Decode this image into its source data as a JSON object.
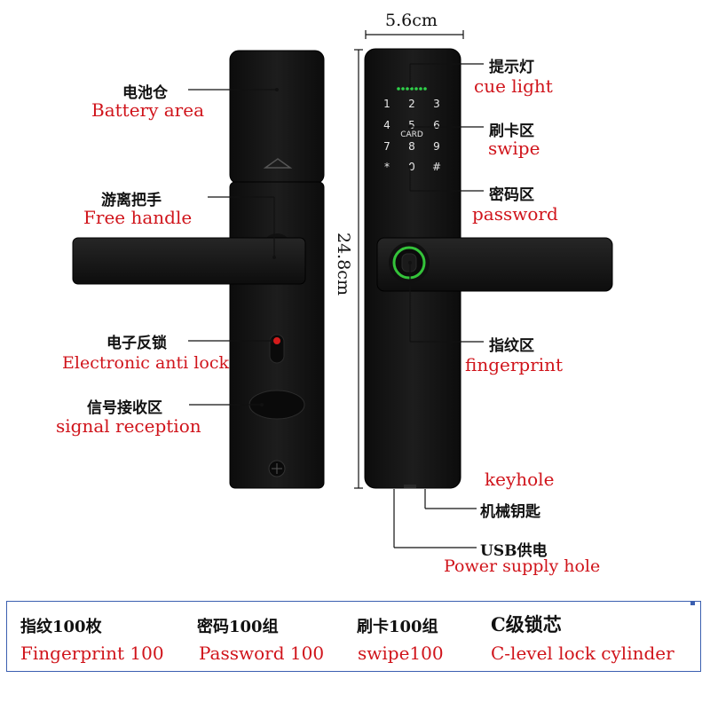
{
  "dimensions": {
    "width": "5.6cm",
    "height": "24.8cm"
  },
  "labels": {
    "battery": {
      "cn": "电池仓",
      "en": "Battery area"
    },
    "handle": {
      "cn": "游离把手",
      "en": "Free handle"
    },
    "antilock": {
      "cn": "电子反锁",
      "en": "Electronic anti lock"
    },
    "signal": {
      "cn": "信号接收区",
      "en": "signal reception"
    },
    "cue": {
      "cn": "提示灯",
      "en": "cue light"
    },
    "swipe": {
      "cn": "刷卡区",
      "en": "swipe"
    },
    "password": {
      "cn": "密码区",
      "en": "password"
    },
    "fingerprint": {
      "cn": "指纹区",
      "en": "fingerprint"
    },
    "keyhole": {
      "en": "keyhole",
      "cn": "机械钥匙"
    },
    "usb": {
      "cn": "USB供电",
      "en": "Power supply hole"
    }
  },
  "keypad": {
    "keys": [
      "1",
      "2",
      "3",
      "4",
      "5",
      "6",
      "7",
      "8",
      "9",
      "*",
      "0",
      "#"
    ],
    "card_label": "CARD"
  },
  "specs": [
    {
      "cn": "指纹100枚",
      "en": "Fingerprint 100"
    },
    {
      "cn": "密码100组",
      "en": "Password 100"
    },
    {
      "cn": "刷卡100组",
      "en": "swipe100"
    },
    {
      "cn": "C级锁芯",
      "en": "C-level lock cylinder"
    }
  ],
  "colors": {
    "label_red": "#d0141b",
    "lock_body": "#161616",
    "fingerprint_ring": "#34c33a",
    "cue_led": "#2fd24a"
  }
}
